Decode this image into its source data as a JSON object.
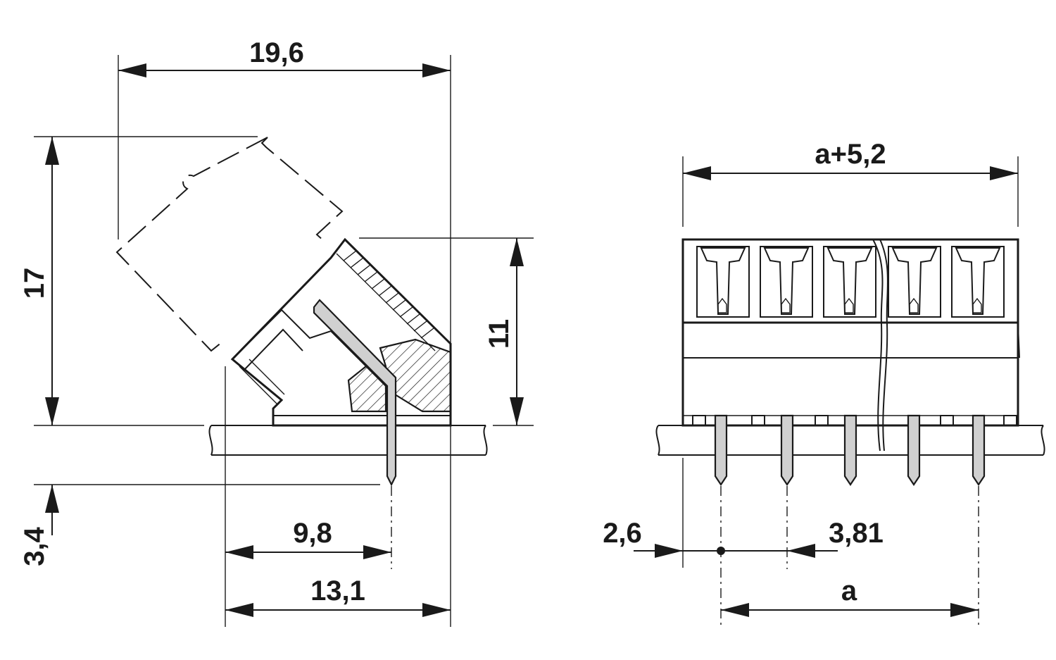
{
  "diagram": {
    "side_view": {
      "dimensions": {
        "width_total": "19,6",
        "height_total": "17",
        "height_body": "11",
        "pin_length": "3,4",
        "pin_offset": "9,8",
        "base_width": "13,1"
      }
    },
    "front_view": {
      "dimensions": {
        "overall_width": "a+5,2",
        "edge_offset": "2,6",
        "pitch": "3,81",
        "span": "a"
      },
      "terminal_count_shown": 5
    },
    "colors": {
      "line": "#1a1a1a",
      "pin_fill": "#d0d0d0",
      "background": "#ffffff"
    }
  }
}
